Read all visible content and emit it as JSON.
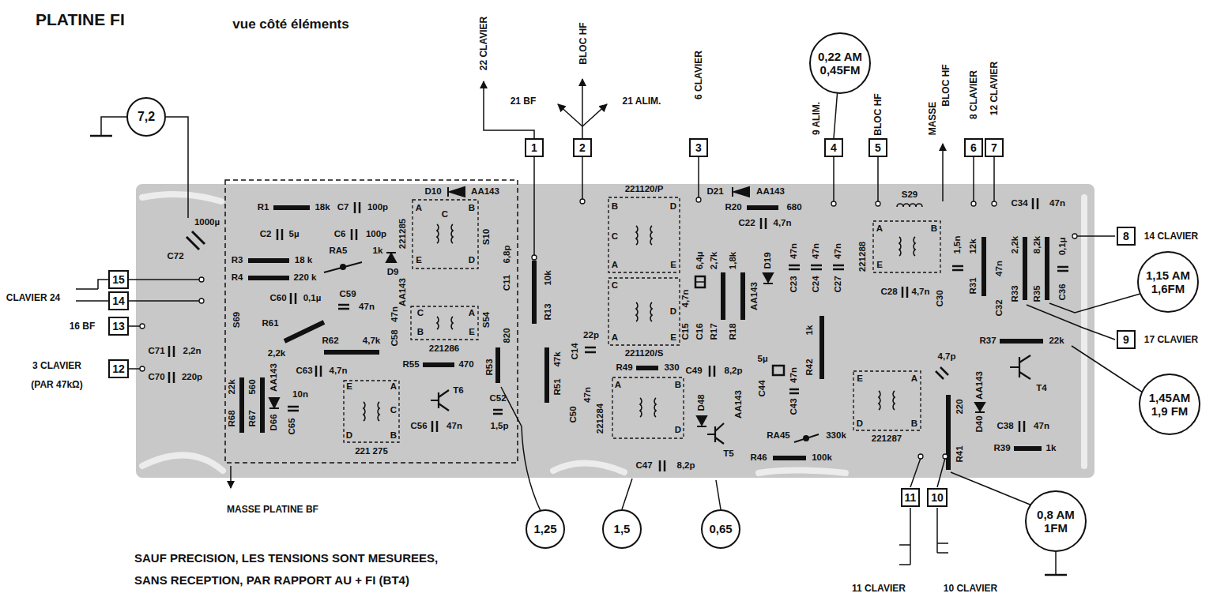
{
  "diagram": {
    "title": "PLATINE FI",
    "caption": "SAUF PRECISION, LES TENSIONS SONT MESUREES, SANS RECEPTION, PAR RAPPORT AU + FI (BT4)",
    "nodes": [
      {
        "text": [
          "7,2"
        ]
      },
      {
        "text": [
          "1"
        ]
      },
      {
        "text": [
          "2"
        ]
      },
      {
        "text": [
          "0,22 AM 0,45FM"
        ]
      },
      {
        "text": [
          "3"
        ]
      },
      {
        "text": [
          "4"
        ]
      },
      {
        "text": [
          "5"
        ]
      },
      {
        "text": [
          "6"
        ]
      },
      {
        "text": [
          "7"
        ]
      },
      {
        "text": [
          "8"
        ]
      },
      {
        "text": [
          "1,15 AM 1,6FM"
        ]
      },
      {
        "text": [
          "9"
        ]
      },
      {
        "text": [
          "1,45AM 1,9 FM"
        ]
      },
      {
        "text": [
          "15"
        ]
      },
      {
        "text": [
          "14"
        ]
      },
      {
        "text": [
          "13"
        ]
      },
      {
        "text": [
          "12"
        ]
      },
      {
        "text": [
          "1,25"
        ]
      },
      {
        "text": [
          "1,5"
        ]
      },
      {
        "text": [
          "0,65"
        ]
      },
      {
        "text": [
          "11"
        ]
      },
      {
        "text": [
          "10"
        ]
      },
      {
        "text": [
          "0,8 AM 1FM"
        ]
      }
    ],
    "labels": [
      "vue côté éléments",
      "22 CLAVIER",
      "21 BF",
      "BLOC HF",
      "21 ALIM.",
      "6 CLAVIER",
      "9 ALIM.",
      "BLOC HF",
      "MASSE",
      "BLOC HF",
      "8 CLAVIER",
      "12 CLAVIER",
      "14 CLAVIER",
      "17 CLAVIER",
      "CLAVIER 24",
      "16 BF",
      "3 CLAVIER",
      "(PAR 47kΩ)",
      "MASSE PLATINE BF",
      "11 CLAVIER",
      "10 CLAVIER",
      "C72",
      "1000µ",
      "C71",
      "2,2n",
      "C70",
      "220p",
      "R1",
      "18k",
      "C7",
      "100p",
      "D10",
      "AA143",
      "221285",
      "A",
      "B",
      "C",
      "E",
      "D",
      "S10",
      "6,8p",
      "C11",
      "C2",
      "5µ",
      "C6",
      "100p",
      "R3",
      "18 k",
      "R4",
      "220 k",
      "RA5",
      "1k",
      "D9",
      "AA143",
      "C60",
      "0,1µ",
      "R61",
      "2,2k",
      "C59",
      "47n",
      "S69",
      "R62",
      "4,7k",
      "47n",
      "C58",
      "C",
      "A",
      "B",
      "E",
      "221286",
      "S54",
      "820",
      "R53",
      "C63",
      "4,7n",
      "R55",
      "470",
      "22k",
      "R68",
      "560",
      "R67",
      "AA143",
      "D66",
      "10n",
      "C65",
      "E",
      "A",
      "C",
      "D",
      "B",
      "221 275",
      "T6",
      "C56",
      "47n",
      "C52",
      "1,5p",
      "10k",
      "R13",
      "C14",
      "22p",
      "47k",
      "R51",
      "C50",
      "47n",
      "221284",
      "221120/P",
      "B",
      "D",
      "C",
      "A",
      "E",
      "C",
      "A",
      "D",
      "E",
      "221120/S",
      "4,7n",
      "C15",
      "6,4µ",
      "C16",
      "2,7k",
      "R17",
      "1,8k",
      "R18",
      "R49",
      "330",
      "A",
      "B",
      "D",
      "C49",
      "8,2p",
      "D48",
      "AA143",
      "T5",
      "C47",
      "8,2p",
      "D21",
      "AA143",
      "R20",
      "680",
      "C22",
      "4,7n",
      "D19",
      "AA143",
      "47n",
      "C23",
      "47n",
      "C24",
      "47n",
      "C27",
      "221288",
      "A",
      "B",
      "E",
      "S29",
      "C28",
      "4,7n",
      "C30",
      "1,5n",
      "12k",
      "R31",
      "47n",
      "C32",
      "2,2k",
      "R33",
      "8,2k",
      "R35",
      "0,1µ",
      "C36",
      "C34",
      "47n",
      "5µ",
      "C44",
      "47n",
      "C43",
      "1k",
      "R42",
      "RA45",
      "330k",
      "R46",
      "100k",
      "4,7p",
      "E",
      "A",
      "D",
      "B",
      "221287",
      "R37",
      "22k",
      "T4",
      "AA143",
      "D40",
      "220",
      "R41",
      "C38",
      "47n",
      "R39",
      "1k"
    ]
  }
}
